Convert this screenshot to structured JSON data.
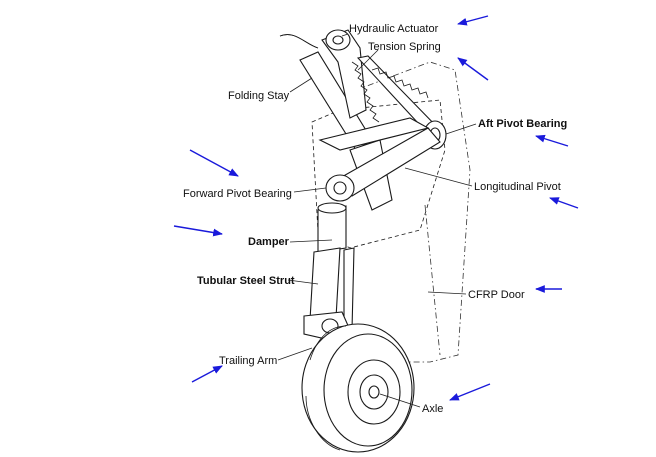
{
  "diagram": {
    "labels": {
      "hydraulic_actuator": "Hydraulic Actuator",
      "tension_spring": "Tension Spring",
      "folding_stay": "Folding Stay",
      "aft_pivot_bearing": "Aft Pivot Bearing",
      "forward_pivot_bearing": "Forward Pivot Bearing",
      "longitudinal_pivot": "Longitudinal Pivot",
      "damper": "Damper",
      "tubular_steel_strut": "Tubular Steel Strut",
      "cfrp_door": "CFRP Door",
      "trailing_arm": "Trailing Arm",
      "axle": "Axle"
    },
    "colors": {
      "arrow": "#1a1adb",
      "line": "#1a1a1a",
      "background": "#ffffff"
    }
  }
}
